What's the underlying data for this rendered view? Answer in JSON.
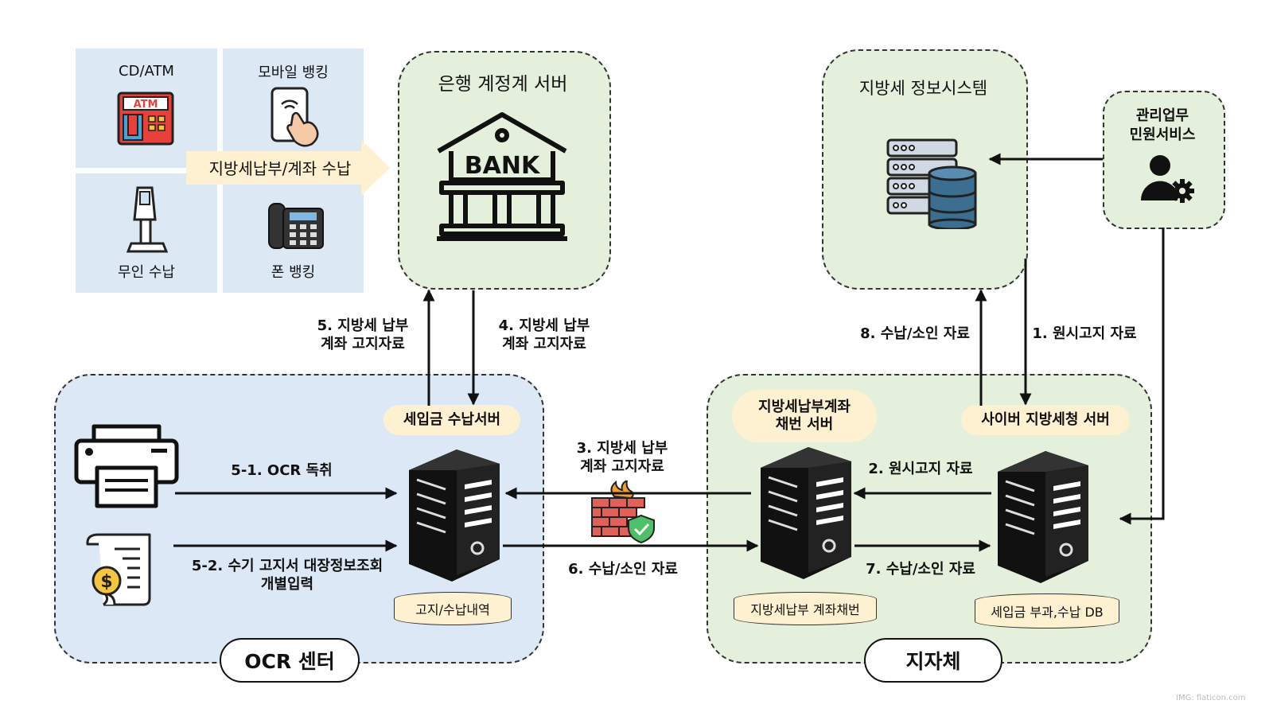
{
  "channels": {
    "atm": "CD/ATM",
    "mobile": "모바일 뱅킹",
    "kiosk": "무인 수납",
    "phone": "폰 뱅킹",
    "arrow_label": "지방세납부/계좌 수납",
    "atm_sign": "ATM"
  },
  "bank_server": {
    "title": "은행 계정계 서버",
    "sign": "BANK"
  },
  "local_tax_system": {
    "title": "지방세 정보시스템"
  },
  "admin": {
    "title_line1": "관리업무",
    "title_line2": "민원서비스"
  },
  "ocr_center": {
    "tag": "OCR 센터",
    "server_label": "세입금 수납서버",
    "db_label": "고지/수납내역"
  },
  "municipality": {
    "tag": "지자체",
    "account_server_line1": "지방세납부계좌",
    "account_server_line2": "채번 서버",
    "cyber_server_label": "사이버 지방세청 서버",
    "account_db_label": "지방세납부 계좌채번",
    "tax_db_label": "세입금 부과,수납 DB"
  },
  "flows": {
    "f1": "1. 원시고지 자료",
    "f2": "2. 원시고지 자료",
    "f3_line1": "3. 지방세 납부",
    "f3_line2": "계좌 고지자료",
    "f4_line1": "4. 지방세 납부",
    "f4_line2": "계좌 고지자료",
    "f5_line1": "5. 지방세 납부",
    "f5_line2": "계좌 고지자료",
    "f51": "5-1. OCR 독취",
    "f52_line1": "5-2. 수기 고지서 대장정보조회",
    "f52_line2": "개별입력",
    "f6": "6. 수납/소인 자료",
    "f7": "7. 수납/소인 자료",
    "f8": "8. 수납/소인 자료"
  },
  "credit": "IMG: flaticon.com",
  "colors": {
    "blue_region": "#dce8f5",
    "green_region": "#e4efdc",
    "pill": "#fdf1d2"
  }
}
